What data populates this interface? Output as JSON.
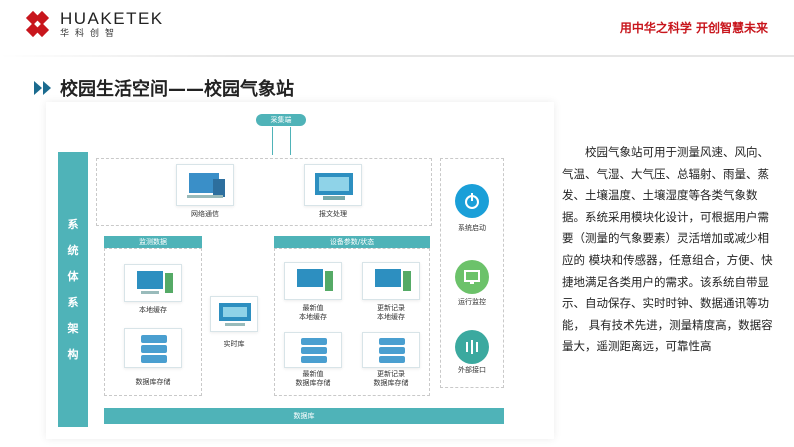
{
  "header": {
    "logo_en": "HUAKETEK",
    "logo_cn": "华科创智",
    "slogan": "用中华之科学 开创智慧未来"
  },
  "title": "校园生活空间——校园气象站",
  "diagram": {
    "top_node": "采集端",
    "vertical_label": [
      "系",
      "统",
      "体",
      "系",
      "架",
      "构"
    ],
    "network": "网络通信",
    "message": "报文处理",
    "monitor_header": "监测数据",
    "local_cache": "本地缓存",
    "db_store": "数据库存储",
    "realtime_db": "实时库",
    "device_header": "设备参数/状态",
    "latest_cache": [
      "最新值",
      "本地缓存"
    ],
    "update_cache": [
      "更新记录",
      "本地缓存"
    ],
    "latest_db": [
      "最新值",
      "数据库存储"
    ],
    "update_db": [
      "更新记录",
      "数据库存储"
    ],
    "database": "数据库",
    "right_items": [
      {
        "label": "系统启动",
        "icon": "power-icon",
        "color": "#1a9fd8"
      },
      {
        "label": "运行监控",
        "icon": "monitor-icon",
        "color": "#6cc26a"
      },
      {
        "label": "外部接口",
        "icon": "interface-icon",
        "color": "#3ba99f"
      }
    ]
  },
  "description": "校园气象站可用于测量风速、风向、气温、气湿、大气压、总辐射、雨量、蒸发、土壤温度、土壤湿度等各类气象数据。系统采用模块化设计，可根据用户需要（测量的气象要素）灵活增加或减少相应的 模块和传感器，任意组合，方便、快捷地满足各类用户的需求。该系统自带显示、自动保存、实时时钟、数据通讯等功能， 具有技术先进，测量精度高，数据容量大，遥测距离远，可靠性高"
}
